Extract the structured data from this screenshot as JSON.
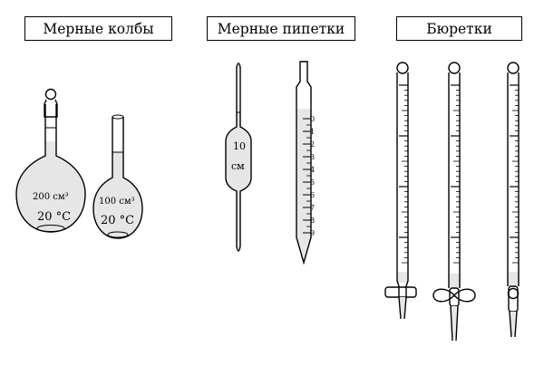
{
  "groups": {
    "flasks": {
      "title": "Мерные колбы",
      "large": {
        "volume": "200 см³",
        "temperature": "20 °C"
      },
      "small": {
        "volume": "100 см³",
        "temperature": "20 °C"
      }
    },
    "pipettes": {
      "title": "Мерные пипетки",
      "bulb_pipette": {
        "volume": "10",
        "unit": "см"
      },
      "graduated_pipette": {
        "scale": [
          "0",
          "1",
          "2",
          "3",
          "4",
          "5",
          "6",
          "7",
          "8",
          "9"
        ]
      }
    },
    "burettes": {
      "title": "Бюретки"
    }
  }
}
